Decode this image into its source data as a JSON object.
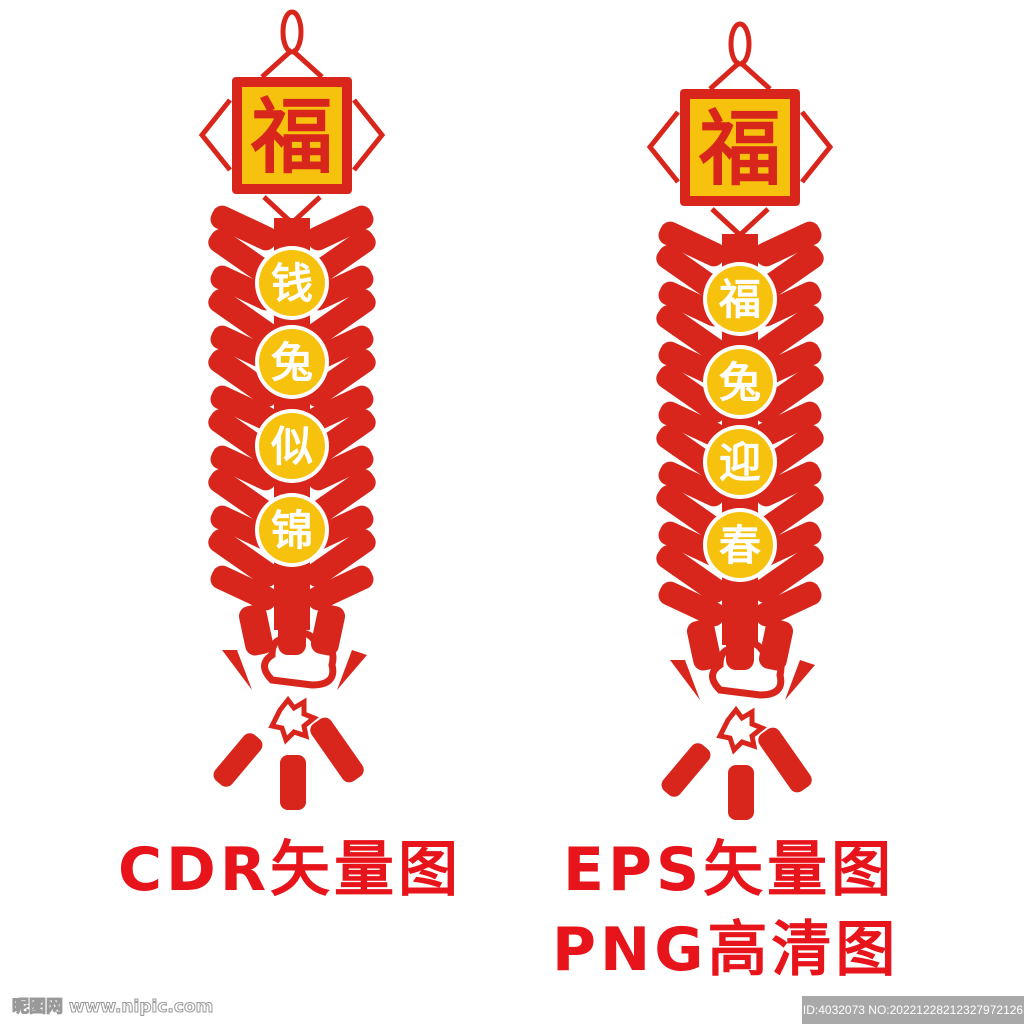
{
  "colors": {
    "red": "#d9261c",
    "yellow": "#f7c20e",
    "text_red": "#e8141b"
  },
  "strands": [
    {
      "name": "left",
      "fu": "福",
      "chars": [
        "钱",
        "兔",
        "似",
        "锦"
      ]
    },
    {
      "name": "right",
      "fu": "福",
      "chars": [
        "福",
        "兔",
        "迎",
        "春"
      ]
    }
  ],
  "labels": {
    "cdr": "CDR矢量图",
    "eps": "EPS矢量图",
    "png": "PNG高清图"
  },
  "watermark": {
    "site": "昵图网 www.nipic.com",
    "id": "ID:4032073 NO:20221228212327972126"
  }
}
